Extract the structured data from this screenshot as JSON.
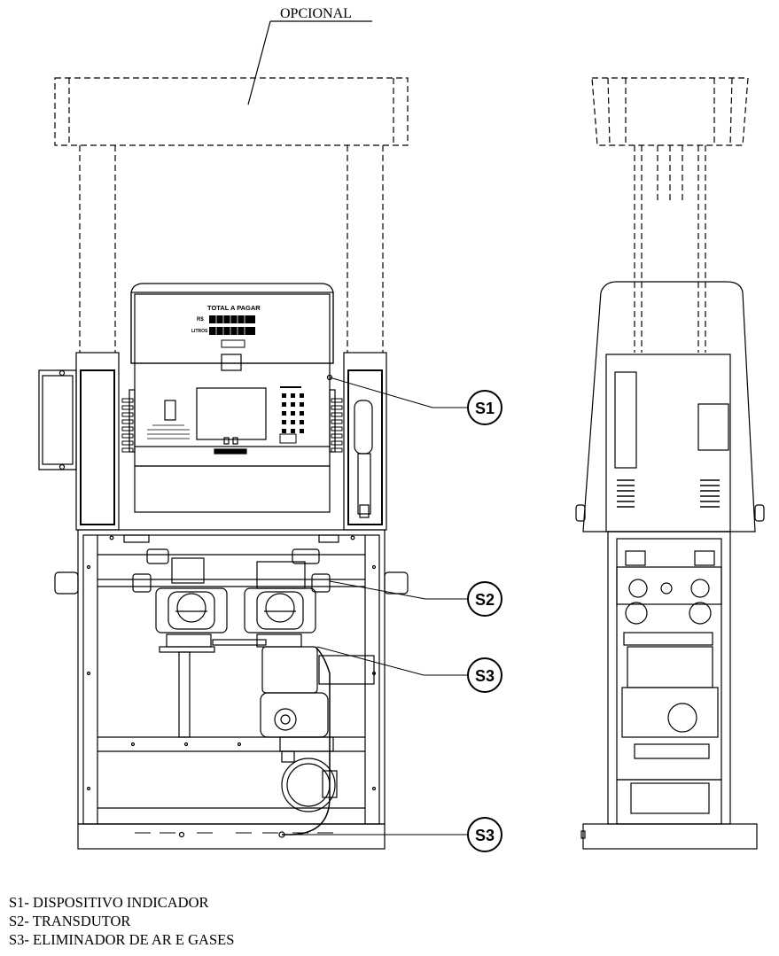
{
  "optional_label": "OPCIONAL",
  "display": {
    "title": "TOTAL A PAGAR",
    "currency": "R$",
    "liters": "LITROS"
  },
  "callouts": [
    {
      "id": "S1",
      "label": "S1"
    },
    {
      "id": "S2",
      "label": "S2"
    },
    {
      "id": "S3",
      "label": "S3"
    },
    {
      "id": "S3b",
      "label": "S3"
    }
  ],
  "legend": [
    {
      "code": "S1",
      "text": "S1- DISPOSITIVO INDICADOR"
    },
    {
      "code": "S2",
      "text": "S2- TRANSDUTOR"
    },
    {
      "code": "S3",
      "text": "S3- ELIMINADOR DE AR E GASES"
    }
  ]
}
